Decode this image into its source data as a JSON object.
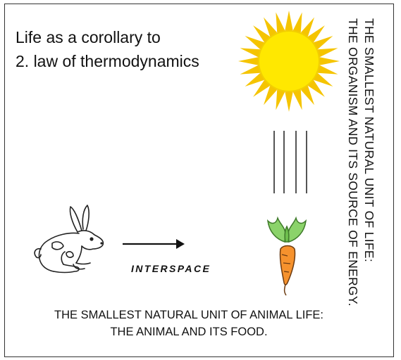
{
  "title": {
    "line1": "Life as a corollary to",
    "line2": "2. law of thermodynamics"
  },
  "sun": {
    "icon": "sun-icon",
    "color": "#ffe800",
    "ray_color": "#f5c400"
  },
  "carrot": {
    "leaf_color": "#8bd36a",
    "root_color": "#f6922d"
  },
  "interspace_label": "INTERSPACE",
  "vertical_caption": {
    "line1": "THE SMALLEST NATURAL UNIT OF LIFE:",
    "line2": "THE ORGANISM AND ITS SOURCE OF ENERGY."
  },
  "bottom_caption": {
    "line1": "THE SMALLEST NATURAL UNIT OF ANIMAL LIFE:",
    "line2": "THE ANIMAL AND ITS FOOD."
  }
}
